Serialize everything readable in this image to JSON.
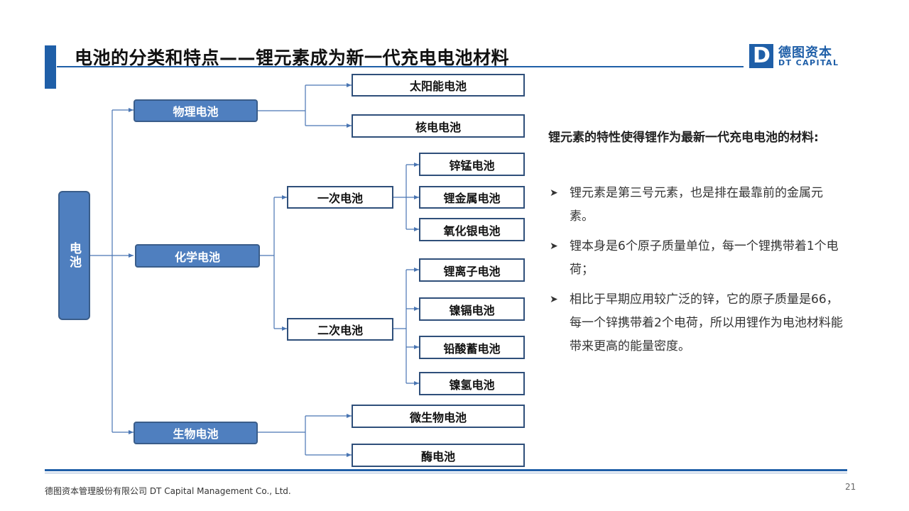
{
  "title": "电池的分类和特点——锂元素成为新一代充电电池材料",
  "logo": {
    "mark": "D",
    "name_cn": "德图资本",
    "name_en": "DT CAPITAL"
  },
  "diagram": {
    "root": "电池",
    "physical": {
      "label": "物理电池",
      "children": [
        "太阳能电池",
        "核电电池"
      ]
    },
    "chemical": {
      "label": "化学电池",
      "primary": {
        "label": "一次电池",
        "children": [
          "锌锰电池",
          "锂金属电池",
          "氧化银电池"
        ]
      },
      "secondary": {
        "label": "二次电池",
        "children": [
          "锂离子电池",
          "镍镉电池",
          "铅酸蓄电池",
          "镍氢电池"
        ]
      }
    },
    "biological": {
      "label": "生物电池",
      "children": [
        "微生物电池",
        "酶电池"
      ]
    }
  },
  "side": {
    "heading": "锂元素的特性使得锂作为最新一代充电电池的材料:",
    "bullets": [
      "锂元素是第三号元素，也是排在最靠前的金属元素。",
      "锂本身是6个原子质量单位，每一个锂携带着1个电荷；",
      "相比于早期应用较广泛的锌，它的原子质量是66，每一个锌携带着2个电荷，所以用锂作为电池材料能带来更高的能量密度。"
    ],
    "bullet_icon": "arrow-bullet-icon"
  },
  "footer": {
    "company": "德图资本管理股份有限公司  DT Capital  Management  Co., Ltd.",
    "page": "21"
  },
  "colors": {
    "accent": "#1f5fa8",
    "node_fill": "#4f7fbf",
    "connector": "#4a76b3"
  }
}
